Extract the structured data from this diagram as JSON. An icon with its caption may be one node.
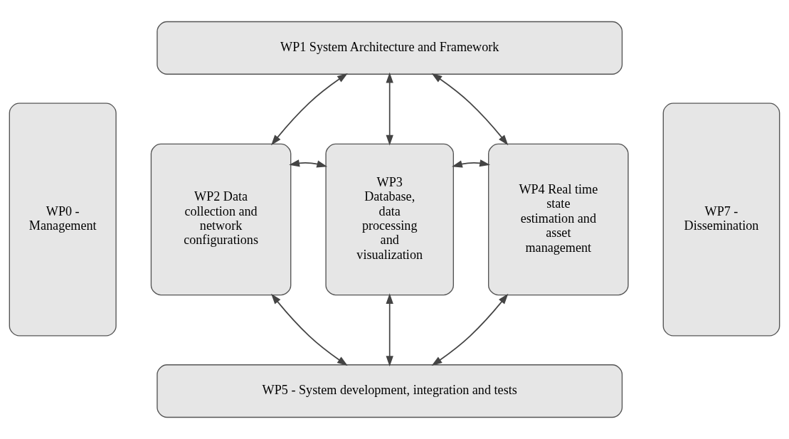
{
  "diagram": {
    "nodes": [
      {
        "text": [
          "WP0 - Management"
        ]
      },
      {
        "text": [
          "WP1 System Architecture and Framework"
        ]
      },
      {
        "text": [
          "WP2 Data collection and network configurations"
        ]
      },
      {
        "text": [
          "WP3 Database, data processing and visualization"
        ]
      },
      {
        "text": [
          "WP4 Real time state estimation and asset management"
        ]
      },
      {
        "text": [
          "WP5 - System development, integration and tests"
        ]
      },
      {
        "text": [
          "WP7 - Dissemination"
        ]
      }
    ],
    "edges": [
      {
        "from": 1,
        "to": 2,
        "arrow": "both"
      },
      {
        "from": 1,
        "to": 3,
        "arrow": "both"
      },
      {
        "from": 1,
        "to": 4,
        "arrow": "both"
      },
      {
        "from": 2,
        "to": 3,
        "arrow": "both"
      },
      {
        "from": 3,
        "to": 4,
        "arrow": "both"
      },
      {
        "from": 2,
        "to": 5,
        "arrow": "both"
      },
      {
        "from": 3,
        "to": 5,
        "arrow": "both"
      },
      {
        "from": 4,
        "to": 5,
        "arrow": "both"
      }
    ]
  }
}
